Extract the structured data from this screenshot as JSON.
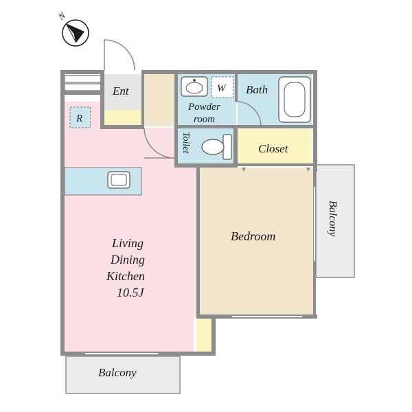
{
  "rooms": {
    "entrance": "Ent",
    "powder_room_line1": "Powder",
    "powder_room_line2": "room",
    "bath": "Bath",
    "washer": "W",
    "toilet": "Toilet",
    "closet": "Closet",
    "refrigerator": "R",
    "ldk_line1": "Living",
    "ldk_line2": "Dining",
    "ldk_line3": "Kitchen",
    "ldk_size": "10.5J",
    "bedroom": "Bedroom",
    "balcony_south": "Balcony",
    "balcony_east": "Balcony"
  },
  "compass": {
    "label": "N"
  },
  "colors": {
    "ldk": "#fbe0e6",
    "bedroom": "#f2e6cc",
    "wet_area": "#c9e6ef",
    "entrance": "#e6e6e6",
    "storage": "#fbf5c2",
    "balcony": "#ececec",
    "wall": "#8c8c8c"
  }
}
